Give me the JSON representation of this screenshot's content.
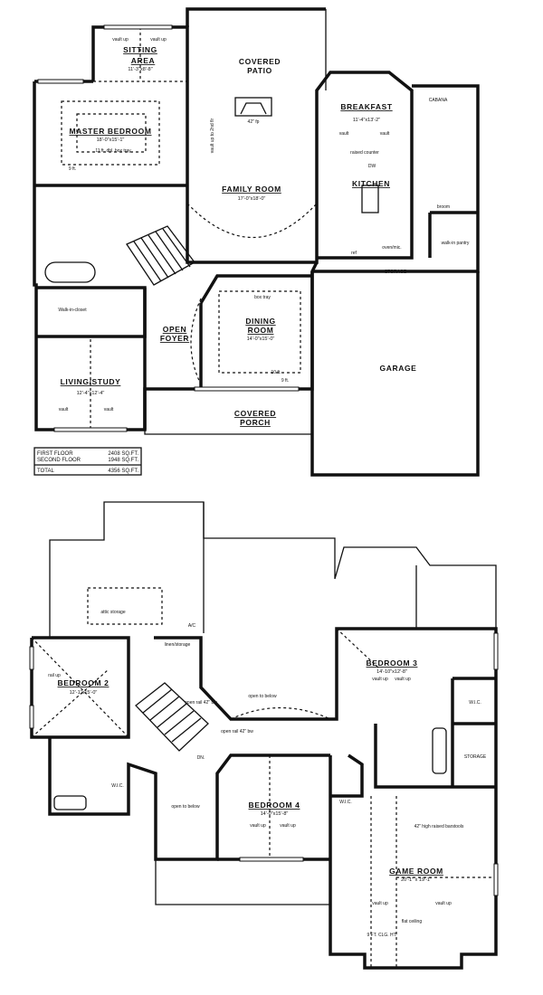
{
  "first_floor": {
    "rooms": [
      {
        "name": "SITTING",
        "dim": ""
      },
      {
        "name": "AREA",
        "dim": "11'-3\"x8'-8\""
      },
      {
        "name": "COVERED",
        "dim": ""
      },
      {
        "name": "PATIO",
        "dim": ""
      },
      {
        "name": "MASTER BEDROOM",
        "dim": "18'-0\"x15'-1\""
      },
      {
        "name": "BREAKFAST",
        "dim": "11'-4\"x13'-2\""
      },
      {
        "name": "FAMILY ROOM",
        "dim": "17'-0\"x18'-0\""
      },
      {
        "name": "KITCHEN",
        "dim": ""
      },
      {
        "name": "OPEN",
        "dim": ""
      },
      {
        "name": "FOYER",
        "dim": ""
      },
      {
        "name": "DINING",
        "dim": ""
      },
      {
        "name": "ROOM",
        "dim": "14'-0\"x15'-0\""
      },
      {
        "name": "LIVING/STUDY",
        "dim": "12'-4\"x12'-4\""
      },
      {
        "name": "GARAGE",
        "dim": ""
      },
      {
        "name": "COVERED",
        "dim": ""
      },
      {
        "name": "PORCH",
        "dim": ""
      }
    ],
    "notes": {
      "vault_up_1": "vault up",
      "vault_up_2": "vault up",
      "master_ceiling": "11 ft.    dbl. box tray",
      "master_9ft": "9 ft.",
      "fireplace": "42\" fp",
      "vault_to_2nd": "vault up to 2nd flr",
      "vault_l": "vault",
      "vault_r": "vault",
      "raised_counter": "raised counter",
      "dw": "DW",
      "cabana": "CABANA",
      "broom": "broom",
      "pantry": "walk-in pantry",
      "oven": "oven/mic.",
      "ref": "ref",
      "storage": "STORAGE",
      "walk_in_closet": "Walk-in-closet",
      "box_tray": "box tray",
      "ft10": "10 ft.",
      "ft9": "9 ft.",
      "study_vault_l": "vault",
      "study_vault_r": "vault"
    },
    "area_table": {
      "rows": [
        {
          "label": "FIRST FLOOR",
          "value": "2408 SQ.FT."
        },
        {
          "label": "SECOND FLOOR",
          "value": "1948 SQ.FT."
        }
      ],
      "total_label": "TOTAL",
      "total_value": "4356 SQ.FT."
    }
  },
  "second_floor": {
    "rooms": [
      {
        "name": "BEDROOM 2",
        "dim": "12'-1\"x15'-0\""
      },
      {
        "name": "BEDROOM 3",
        "dim": "14'-10\"x12'-8\""
      },
      {
        "name": "BEDROOM 4",
        "dim": "14'-0\"x15'-8\""
      },
      {
        "name": "GAME ROOM",
        "dim": "20'-1\" x 19'-1\""
      }
    ],
    "notes": {
      "attic": "attic storage",
      "linen": "linen/storage",
      "wic1": "W.I.C.",
      "wic2": "W.I.C.",
      "wic3": "W.I.C.",
      "storage": "STORAGE",
      "open_below_1": "open to below",
      "open_below_2": "open to below",
      "open_rail_1": "open rail 42\" bw",
      "open_rail_2": "open rail 42\" bw",
      "dn": "DN.",
      "vault_up_b3a": "vault up",
      "vault_up_b3b": "vault up",
      "vault_up_b4a": "vault up",
      "vault_up_b4b": "vault up",
      "vault_up_g1": "vault up",
      "vault_up_g2": "vault up",
      "flat_ceiling": "flat ceiling",
      "clg": "9 FT. CLG. HT.",
      "raised_bar": "42\" high raised barstools",
      "rail_up": "rail up",
      "ac": "A/C"
    }
  }
}
